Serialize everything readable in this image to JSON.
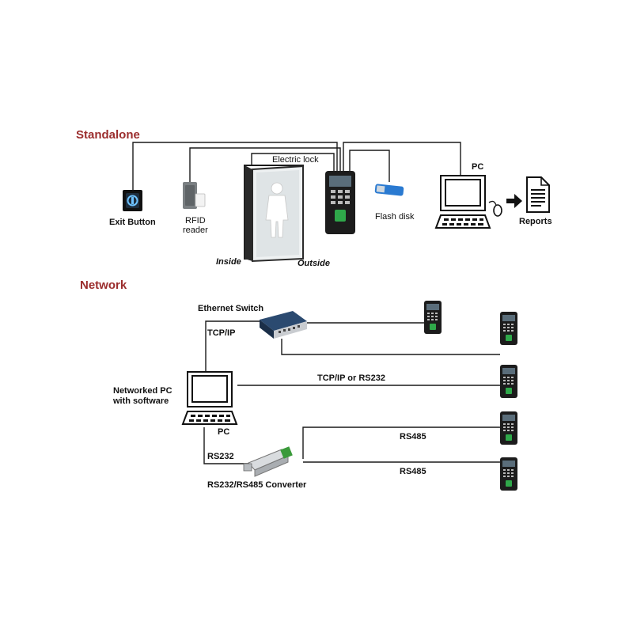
{
  "standalone": {
    "title": "Standalone",
    "exit_button": "Exit Button",
    "rfid_line1": "RFID",
    "rfid_line2": "reader",
    "electric_lock": "Electric lock",
    "inside": "Inside",
    "outside": "Outside",
    "flash_disk": "Flash disk",
    "pc": "PC",
    "reports": "Reports"
  },
  "network": {
    "title": "Network",
    "ethernet_switch": "Ethernet Switch",
    "tcpip": "TCP/IP",
    "networked_pc_line1": "Networked PC",
    "networked_pc_line2": "with software",
    "pc": "PC",
    "tcpip_or_rs232": "TCP/IP or RS232",
    "rs232": "RS232",
    "rs485_a": "RS485",
    "rs485_b": "RS485",
    "converter": "RS232/RS485 Converter"
  },
  "colors": {
    "section_title": "#9b2d2d",
    "device_body": "#1c1c1c",
    "flash_disk": "#2a7ad1"
  }
}
